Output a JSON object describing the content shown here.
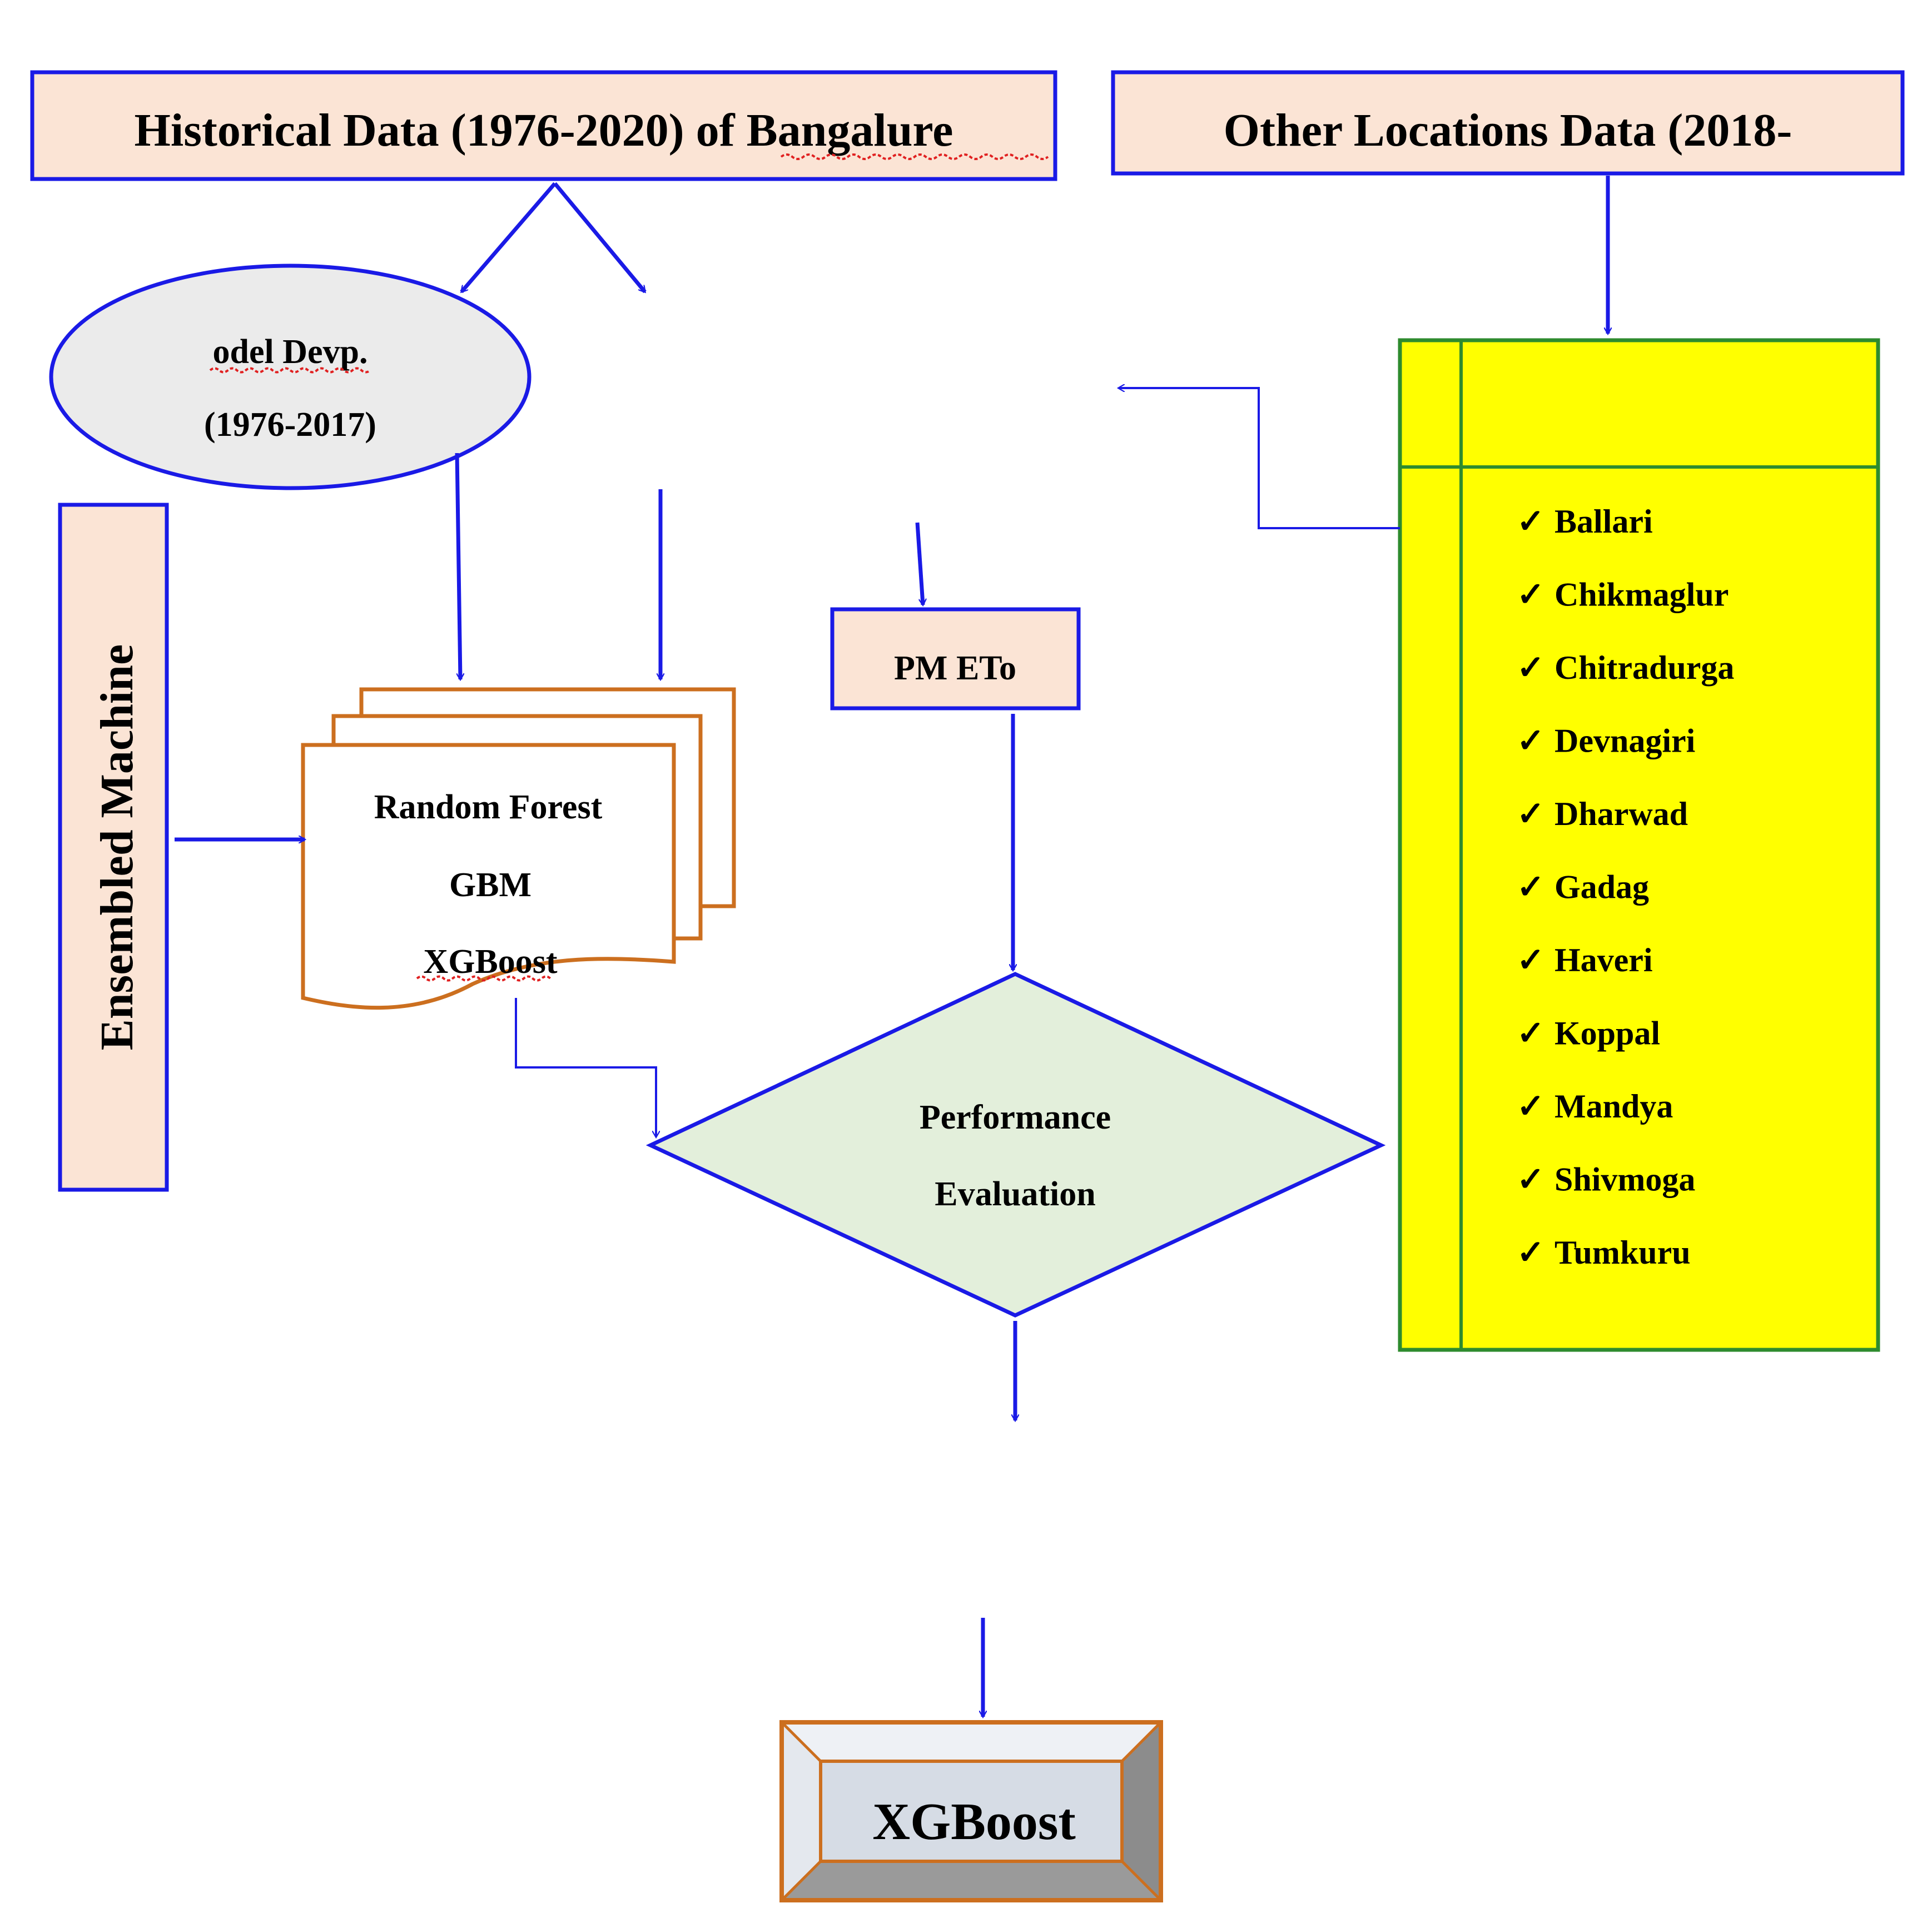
{
  "nodes": {
    "historical": "Historical Data (1976-2020) of Bangalure",
    "other_locations": "Other Locations Data (2018-",
    "model_dev_line1": "odel Devp.",
    "model_dev_line2": "(1976-2017)",
    "ensembled": "Ensembled Machine",
    "models": [
      "Random Forest",
      "GBM",
      "XGBoost"
    ],
    "pm_eto": "PM ETo",
    "performance_line1": "Performance",
    "performance_line2": "Evaluation",
    "final_model": "XGBoost"
  },
  "locations": [
    "Ballari",
    "Chikmaglur",
    "Chitradurga",
    "Devnagiri",
    "Dharwad",
    "Gadag",
    "Haveri",
    "Koppal",
    "Mandya",
    "Shivmoga",
    "Tumkuru"
  ],
  "check_glyph": "✓",
  "colors": {
    "connector_blue": "#1a1ae6",
    "box_fill_peach": "#fbe4d5",
    "ellipse_fill": "#ebebeb",
    "doc_stroke_orange": "#cc6f1f",
    "diamond_fill": "#e3efdb",
    "list_fill_yellow": "#ffff00",
    "list_stroke_green": "#2e8b2e",
    "bevel_face": "#d6dce5"
  }
}
